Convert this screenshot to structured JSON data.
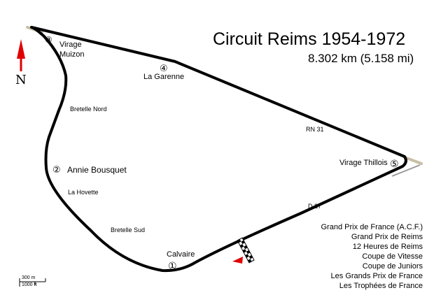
{
  "map": {
    "title": "Circuit Reims 1954-1972",
    "length": "8.302 km (5.158 mi)",
    "north_label": "N",
    "corners": [
      {
        "number": "①",
        "name": "Calvaire"
      },
      {
        "number": "②",
        "name": "Annie Bousquet"
      },
      {
        "number": "③",
        "name": "Virage\nMuizon"
      },
      {
        "number": "④",
        "name": "La Garenne"
      },
      {
        "number": "⑤",
        "name": "Virage Thillois"
      }
    ],
    "roads": {
      "bretelle_nord": "Bretelle Nord",
      "la_hovette": "La Hovette",
      "bretelle_sud": "Bretelle Sud",
      "rn31": "RN 31",
      "d27": "D 27"
    },
    "events": [
      "Grand Prix de France (A.C.F.)",
      "Grand Prix de Reims",
      "12 Heures de Reims",
      "Coupe de Vitesse",
      "Coupe de Juniors",
      "Les Grands Prix de France",
      "Les Trophées de France"
    ],
    "scale": {
      "metric": "300 m",
      "imperial": "1000 ft"
    },
    "colors": {
      "track": "#000000",
      "north_arrow": "#e00000",
      "start_arrow": "#e00000",
      "runoff": "#c8bfa6"
    }
  }
}
